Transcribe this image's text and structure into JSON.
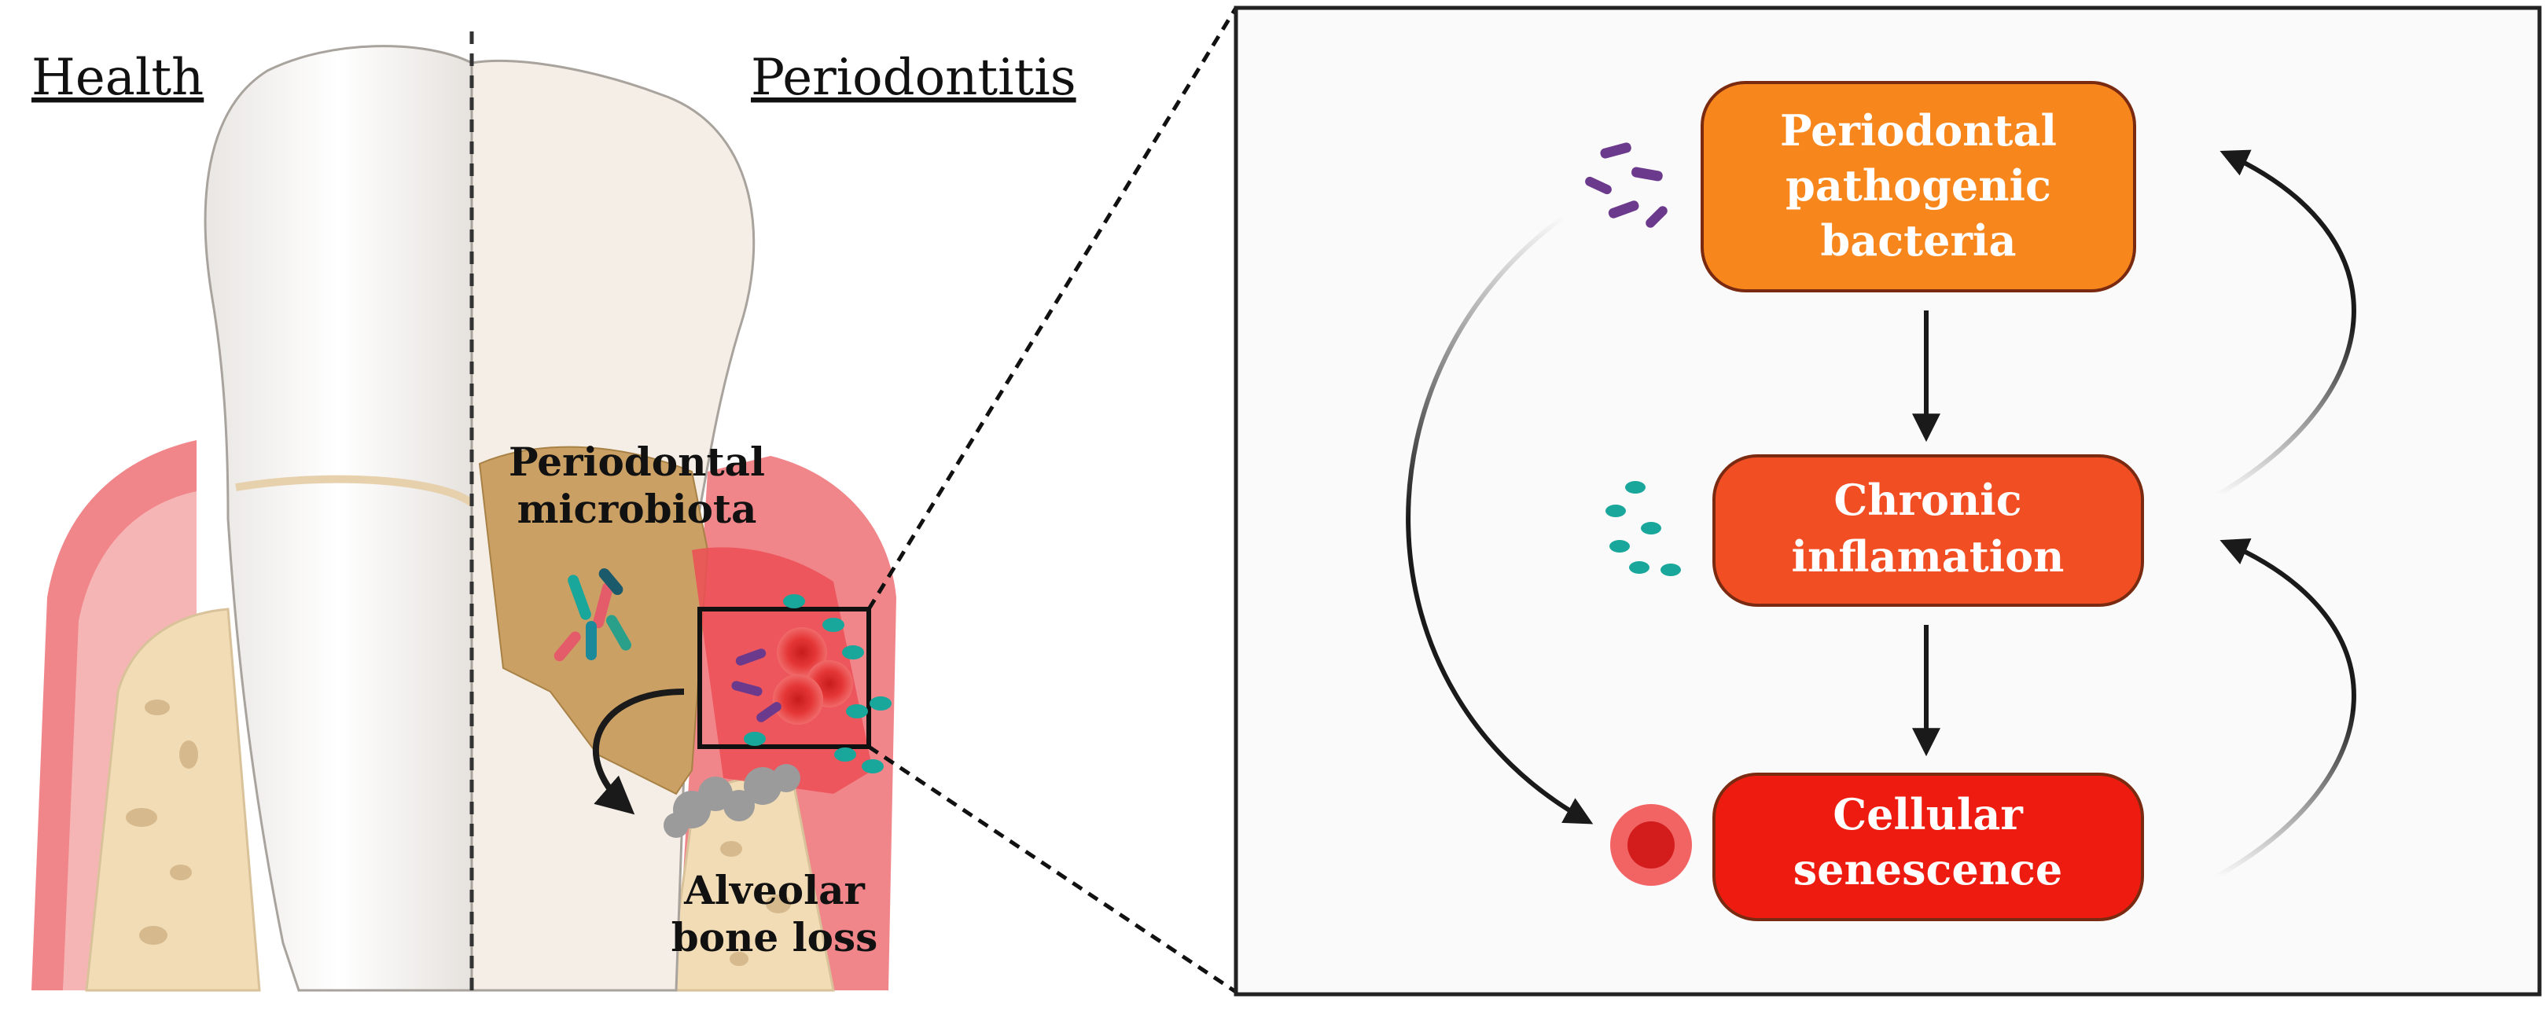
{
  "headings": {
    "health": "Health",
    "periodontitis": "Periodontitis"
  },
  "annotations": {
    "microbiota_line1": "Periodontal",
    "microbiota_line2": "microbiota",
    "bone_line1": "Alveolar",
    "bone_line2": "bone loss"
  },
  "cycle": {
    "bacteria": {
      "line1": "Periodontal",
      "line2": "pathogenic",
      "line3": "bacteria",
      "color": "#f7861c"
    },
    "inflammation": {
      "line1": "Chronic",
      "line2": "inflamation",
      "color": "#f24e24"
    },
    "senescence": {
      "line1": "Cellular",
      "line2": "senescence",
      "color": "#ee1c10"
    }
  },
  "colors": {
    "gum": "#f0868a",
    "gum_light": "#f6b5b5",
    "bone": "#f1dcb6",
    "tooth": "#f4f1ee",
    "plaque": "#caa064",
    "bacteria_purple": "#6b3a8c",
    "immune_teal": "#1aa79b",
    "rbc": "#e83a3a"
  }
}
